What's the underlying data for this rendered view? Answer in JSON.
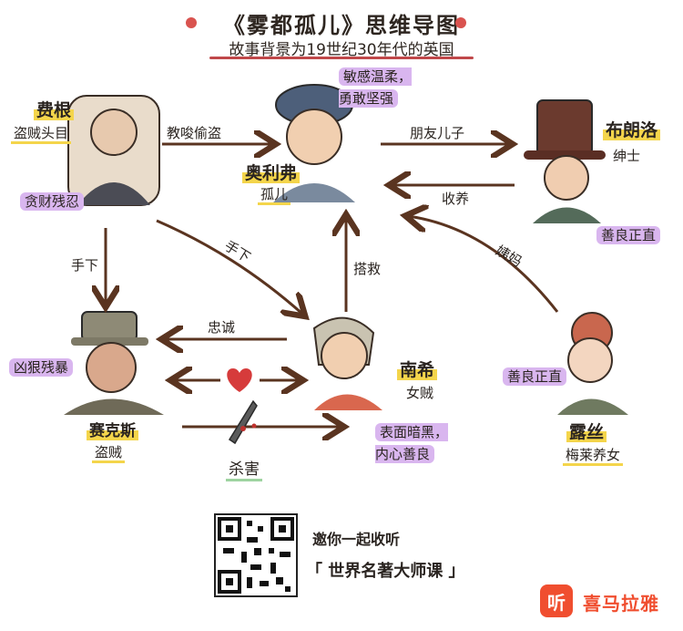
{
  "title": "《雾都孤儿》思维导图",
  "subtitle": "故事背景为19世纪30年代的英国",
  "characters": {
    "fagin": {
      "name": "费根",
      "role": "盗贼头目",
      "trait": "贪财残忍"
    },
    "oliver": {
      "name": "奥利弗",
      "role": "孤儿",
      "trait": "敏感温柔，勇敢坚强"
    },
    "brownlow": {
      "name": "布朗洛",
      "role": "绅士",
      "trait": "善良正直"
    },
    "sikes": {
      "name": "赛克斯",
      "role": "盗贼",
      "trait": "凶狠残暴"
    },
    "nancy": {
      "name": "南希",
      "role": "女贼",
      "trait": "表面暗黑，内心善良"
    },
    "rose": {
      "name": "露丝",
      "role": "梅莱养女",
      "trait": "善良正直"
    }
  },
  "relations": {
    "fagin_oliver": "教唆偷盗",
    "oliver_brownlow": "朋友儿子",
    "brownlow_oliver": "收养",
    "fagin_sikes": "手下",
    "fagin_nancy": "手下",
    "nancy_sikes": "忠诚",
    "nancy_oliver": "搭救",
    "rose_oliver": "姨妈",
    "sikes_nancy": "杀害"
  },
  "footer": {
    "invite": "邀你一起收听",
    "course": "「 世界名著大师课 」",
    "brand": "喜马拉雅",
    "brand_icon": "听"
  },
  "colors": {
    "accent_red": "#d9534f",
    "highlight_yellow": "#f4d54b",
    "highlight_purple": "#d9b6ef",
    "brand_orange": "#f04e2f"
  }
}
